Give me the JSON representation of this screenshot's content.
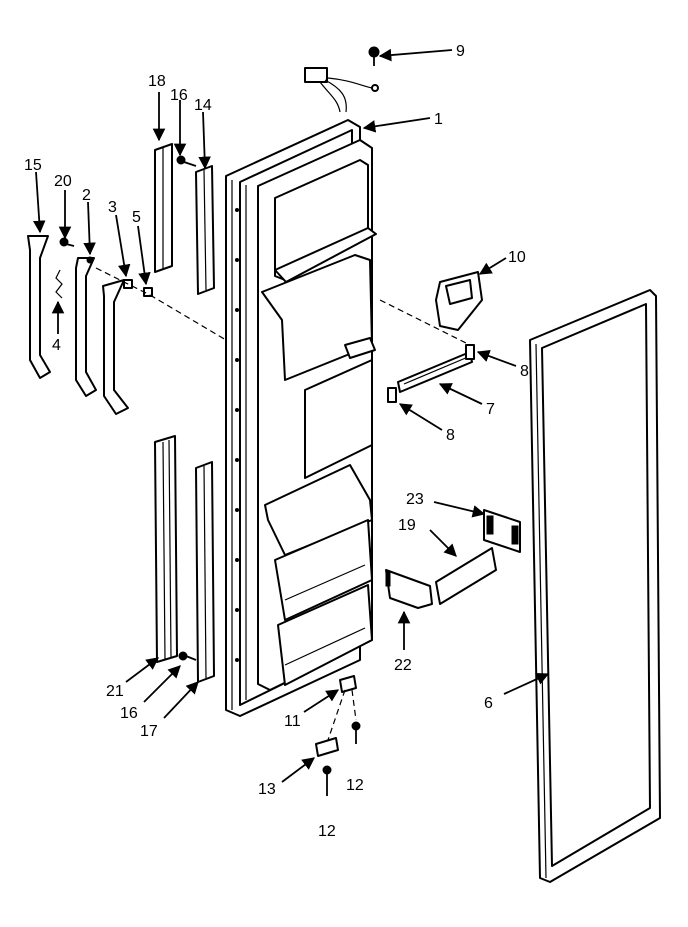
{
  "diagram": {
    "callouts": [
      {
        "id": "c9",
        "text": "9"
      },
      {
        "id": "c1",
        "text": "1"
      },
      {
        "id": "c18",
        "text": "18"
      },
      {
        "id": "c16a",
        "text": "16"
      },
      {
        "id": "c14",
        "text": "14"
      },
      {
        "id": "c15",
        "text": "15"
      },
      {
        "id": "c20",
        "text": "20"
      },
      {
        "id": "c2",
        "text": "2"
      },
      {
        "id": "c3",
        "text": "3"
      },
      {
        "id": "c5",
        "text": "5"
      },
      {
        "id": "c4",
        "text": "4"
      },
      {
        "id": "c10",
        "text": "10"
      },
      {
        "id": "c8a",
        "text": "8"
      },
      {
        "id": "c7",
        "text": "7"
      },
      {
        "id": "c8b",
        "text": "8"
      },
      {
        "id": "c23",
        "text": "23"
      },
      {
        "id": "c19",
        "text": "19"
      },
      {
        "id": "c22",
        "text": "22"
      },
      {
        "id": "c6",
        "text": "6"
      },
      {
        "id": "c21",
        "text": "21"
      },
      {
        "id": "c16b",
        "text": "16"
      },
      {
        "id": "c17",
        "text": "17"
      },
      {
        "id": "c11",
        "text": "11"
      },
      {
        "id": "c13",
        "text": "13"
      },
      {
        "id": "c12a",
        "text": "12"
      },
      {
        "id": "c12b",
        "text": "12"
      }
    ]
  }
}
